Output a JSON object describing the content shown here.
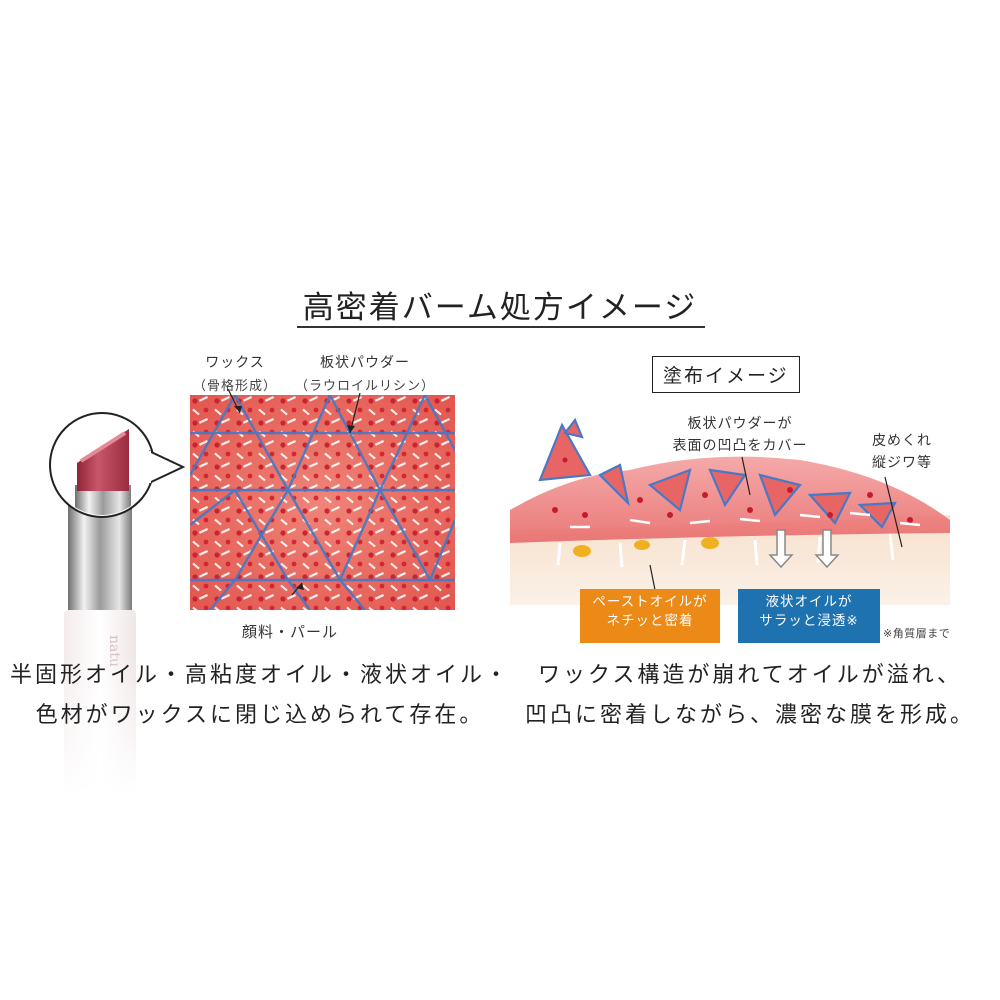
{
  "title": "高密着バーム処方イメージ",
  "left": {
    "wax_label": "ワックス",
    "wax_sub": "（骨格形成）",
    "powder_label": "板状パウダー",
    "powder_sub": "（ラウロイルリシン）",
    "pigment_label": "顔料・パール",
    "caption_line1": "半固形オイル・高粘度オイル・液状オイル・",
    "caption_line2": "色材がワックスに閉じ込められて存在。"
  },
  "right": {
    "boxed_title": "塗布イメージ",
    "powder_label_line1": "板状パウダーが",
    "powder_label_line2": "表面の凹凸をカバー",
    "skin_label_line1": "皮めくれ",
    "skin_label_line2": "縦ジワ等",
    "paste_oil_line1": "ペーストオイルが",
    "paste_oil_line2": "ネチッと密着",
    "liquid_oil_line1": "液状オイルが",
    "liquid_oil_line2": "サラッと浸透※",
    "footnote": "※角質層まで",
    "caption_line1": "ワックス構造が崩れてオイルが溢れ、",
    "caption_line2": "凹凸に密着しながら、濃密な膜を形成。"
  },
  "colors": {
    "paste_oil_bg": "#ec8a18",
    "liquid_oil_bg": "#1f72b0",
    "balm_red": "#e85a5a",
    "wax_blue": "#4a78c4",
    "lipstick": "#b8384e"
  },
  "icons": [
    "lipstick-image",
    "magnify-bubble",
    "arrow-down-icon"
  ]
}
